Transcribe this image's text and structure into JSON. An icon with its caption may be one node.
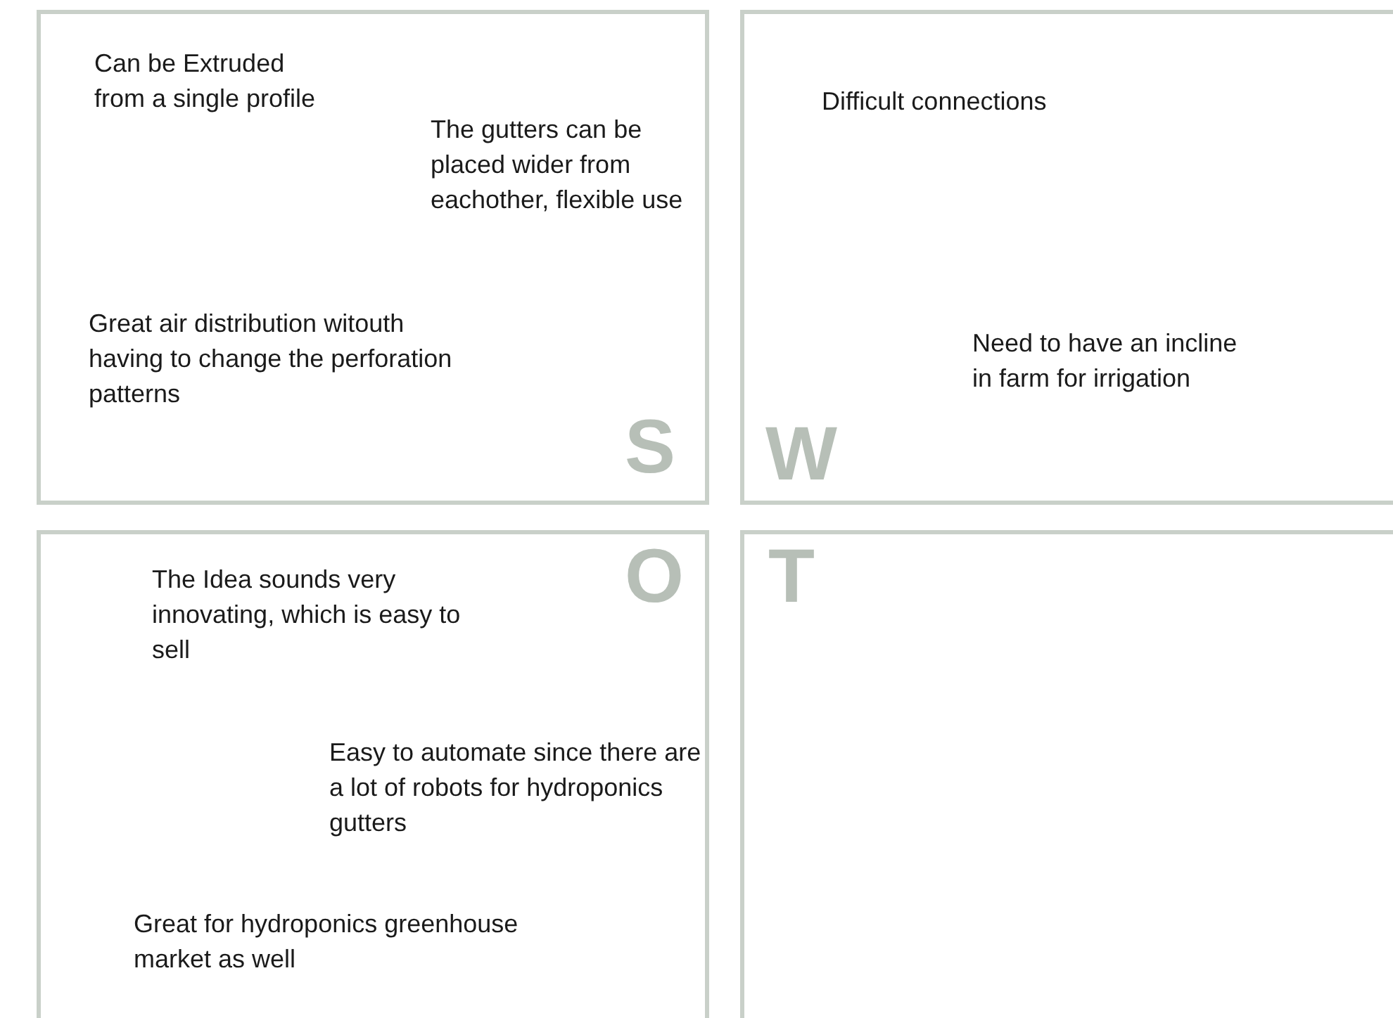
{
  "diagram": {
    "nodes": [
      {
        "text": [
          "Can be Extruded from a single profile",
          "The gutters can be placed wider from eachother, flexible use",
          "Great air distribution witouth having to change the perforation patterns",
          "S"
        ]
      },
      {
        "text": [
          "Difficult connections",
          "Need to have an incline in farm for irrigation",
          "W"
        ]
      },
      {
        "text": [
          "O",
          "The Idea sounds very innovating, which is easy to sell",
          "Easy to automate since there are a lot of robots for hydroponics gutters",
          "Great for hydroponics greenhouse market as well"
        ]
      },
      {
        "text": [
          "T"
        ]
      }
    ]
  }
}
